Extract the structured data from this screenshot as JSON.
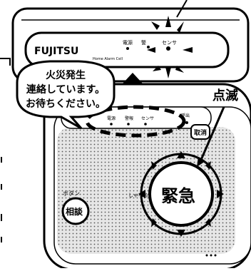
{
  "panel": {
    "brand_logo": "FUJITSU",
    "model_line": "Home Alarm Cell",
    "indicators": {
      "power": "電源",
      "alarm": "警",
      "sensor": "センサ"
    }
  },
  "device": {
    "small_labels": [
      "電源",
      "警報",
      "センサ"
    ],
    "unknown_label": "呼出",
    "cancel_button": "取消",
    "consult_caption": "ボタン",
    "consult_button": "相談",
    "emergency_button": "緊急",
    "mic_hint": "しゃべる"
  },
  "speech_bubble": {
    "lines": [
      "火災発生",
      "連絡しています。",
      "お待ちください。"
    ]
  },
  "annotation": {
    "blink_label": "点滅"
  }
}
